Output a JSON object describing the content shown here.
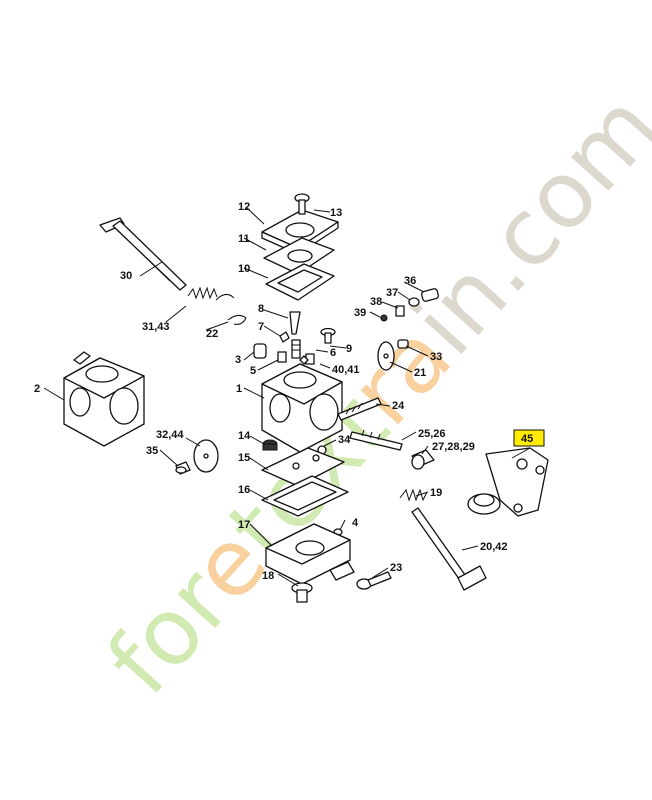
{
  "watermark": {
    "part1": "for",
    "part2": "e",
    "part3": "t",
    "part4": "ext",
    "part5": "ra",
    "part6": "in.com"
  },
  "highlight_color": "#ffec00",
  "labels": {
    "l1": "1",
    "l2": "2",
    "l3": "3",
    "l4": "4",
    "l5": "5",
    "l6": "6",
    "l7": "7",
    "l8": "8",
    "l9": "9",
    "l10": "10",
    "l11": "11",
    "l12": "12",
    "l13": "13",
    "l14": "14",
    "l15": "15",
    "l16": "16",
    "l17": "17",
    "l18": "18",
    "l19": "19",
    "l20_42": "20,42",
    "l21": "21",
    "l22": "22",
    "l23": "23",
    "l24": "24",
    "l25_26": "25,26",
    "l27_28_29": "27,28,29",
    "l30": "30",
    "l31_43": "31,43",
    "l32_44": "32,44",
    "l33": "33",
    "l34": "34",
    "l35": "35",
    "l36": "36",
    "l37": "37",
    "l38": "38",
    "l39": "39",
    "l40_41": "40,41",
    "l45": "45"
  }
}
